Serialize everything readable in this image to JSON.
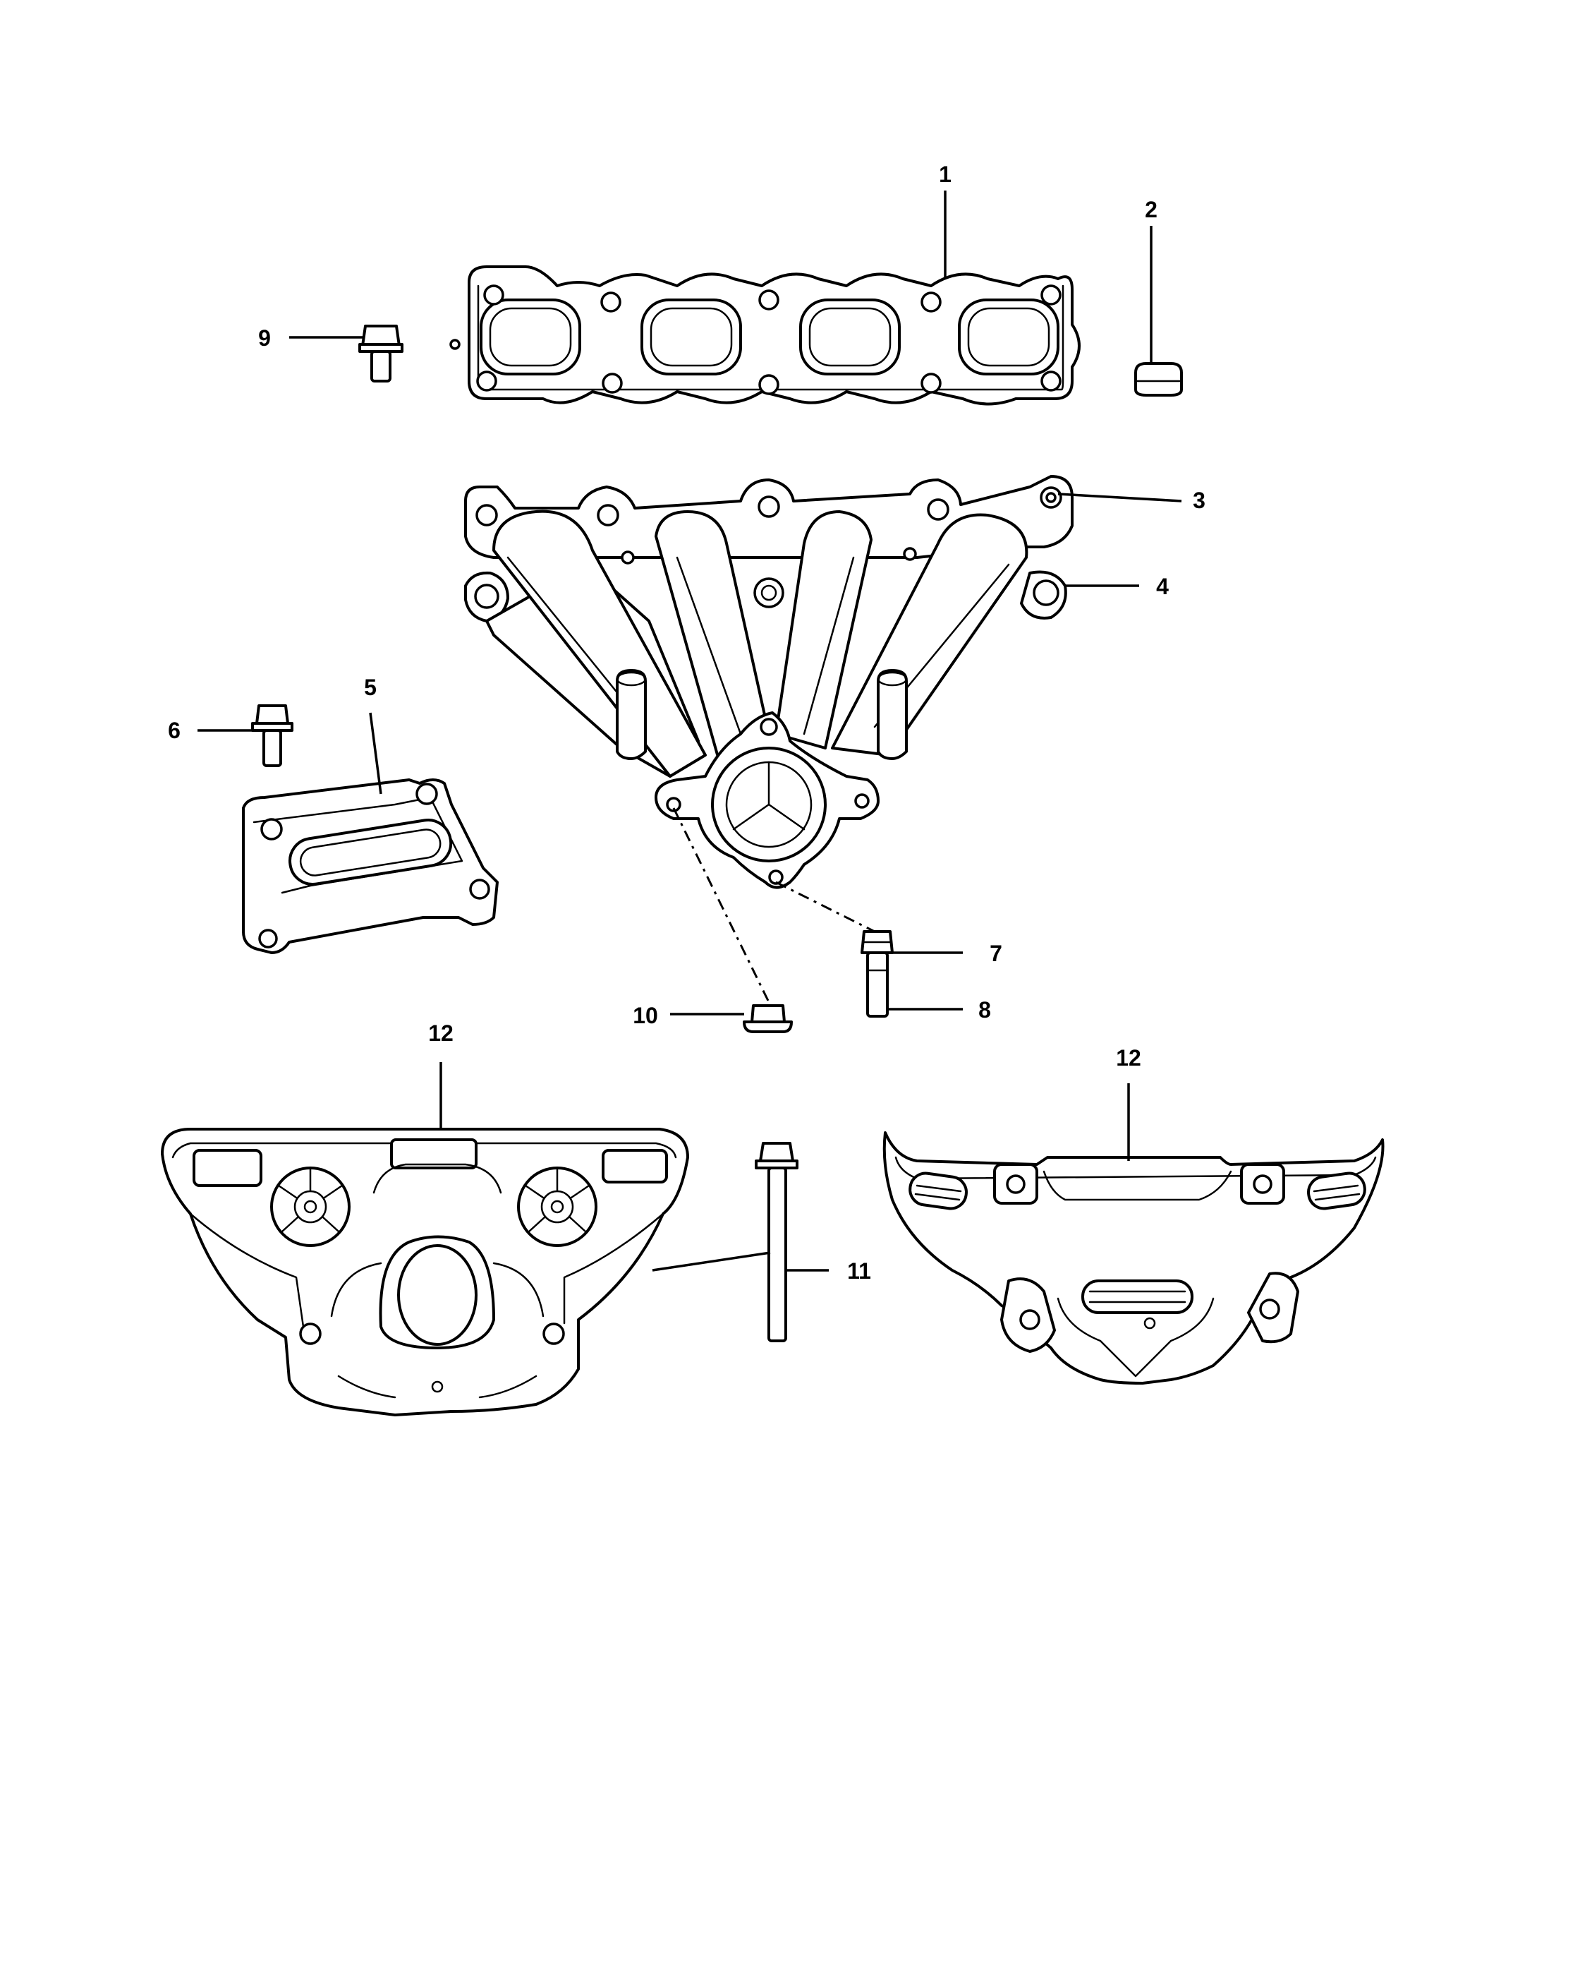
{
  "callouts": {
    "c1": "1",
    "c2": "2",
    "c3": "3",
    "c4": "4",
    "c5": "5",
    "c6": "6",
    "c7": "7",
    "c8": "8",
    "c9": "9",
    "c10": "10",
    "c11": "11",
    "c12a": "12",
    "c12b": "12"
  },
  "colors": {
    "line": "#000000",
    "background": "#ffffff"
  }
}
